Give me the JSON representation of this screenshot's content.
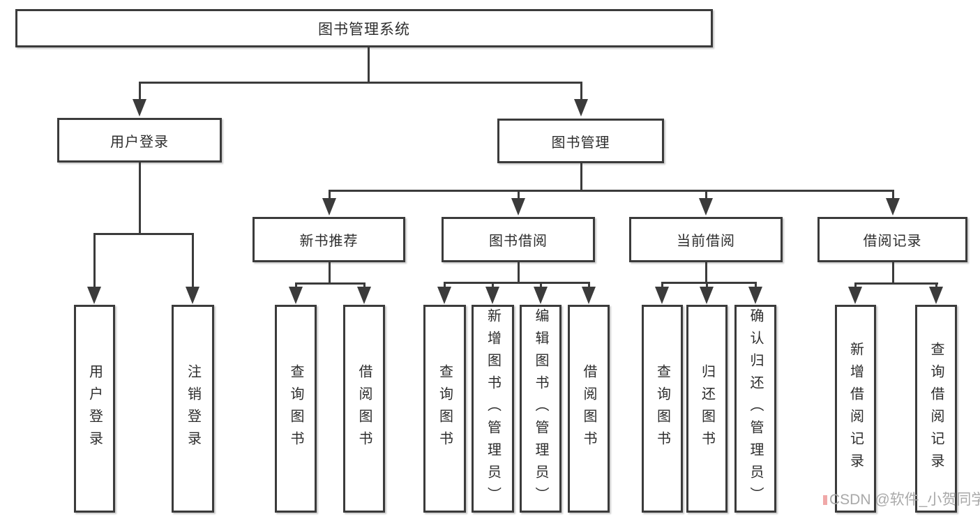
{
  "colors": {
    "line": "#3b3b3b",
    "text": "#2d2d2d",
    "box_bg": "#ffffff",
    "page_bg": "#ffffff",
    "watermark_text": "#a9a9a9",
    "watermark_accent": "#f0a8a8"
  },
  "tree": {
    "root": "图书管理系统",
    "login": {
      "label": "用户登录",
      "children": [
        "用户登录",
        "注销登录"
      ]
    },
    "manage": {
      "label": "图书管理",
      "groups": [
        {
          "label": "新书推荐",
          "children": [
            "查询图书",
            "借阅图书"
          ]
        },
        {
          "label": "图书借阅",
          "children": [
            "查询图书",
            "新增图书（管理员）",
            "编辑图书（管理员）",
            "借阅图书"
          ]
        },
        {
          "label": "当前借阅",
          "children": [
            "查询图书",
            "归还图书",
            "确认归还（管理员）"
          ]
        },
        {
          "label": "借阅记录",
          "children": [
            "新增借阅记录",
            "查询借阅记录"
          ]
        }
      ]
    }
  },
  "watermark": {
    "text": "CSDN @软件_小贺同学"
  }
}
